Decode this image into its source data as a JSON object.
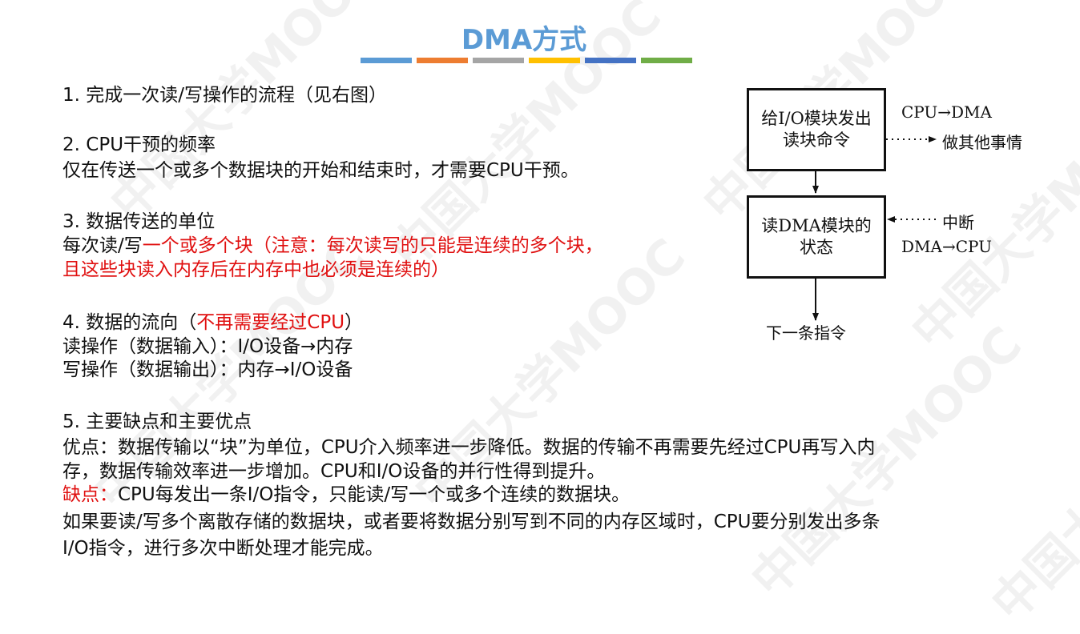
{
  "title": "DMA方式",
  "colors": {
    "title": "#5b9bd5",
    "accent_red": "#e01010",
    "bars": [
      "#5b9bd5",
      "#ed7d31",
      "#a5a5a5",
      "#ffc000",
      "#4472c4",
      "#70ad47"
    ]
  },
  "watermark": "中国大学MOOC",
  "sections": {
    "s1": {
      "heading_num": "1.",
      "heading": "完成一次读/写操作的流程（见右图）"
    },
    "s2": {
      "heading_num": "2.",
      "heading": "CPU干预的频率",
      "line1": "仅在传送一个或多个数据块的开始和结束时，才需要CPU干预。"
    },
    "s3": {
      "heading_num": "3.",
      "heading": "数据传送的单位",
      "line1_black": "每次读/写",
      "line1_red": "一个或多个块（注意：每次读写的只能是连续的多个块，",
      "line2_red": "且这些块读入内存后在内存中也必须是连续的）"
    },
    "s4": {
      "heading_num": "4.",
      "heading_black": "数据的流向（",
      "heading_red": "不再需要经过CPU",
      "heading_end": "）",
      "read": "读操作（数据输入）：I/O设备→内存",
      "write": "写操作（数据输出）：内存→I/O设备"
    },
    "s5": {
      "heading_num": "5.",
      "heading": "主要缺点和主要优点",
      "pro1": "优点：数据传输以“块”为单位，CPU介入频率进一步降低。数据的传输不再需要先经过CPU再写入内",
      "pro2": "存，数据传输效率进一步增加。CPU和I/O设备的并行性得到提升。",
      "con_label": "缺点：",
      "con1": "CPU每发出一条I/O指令，只能读/写一个或多个连续的数据块。",
      "con2": "如果要读/写多个离散存储的数据块，或者要将数据分别写到不同的内存区域时，CPU要分别发出多条",
      "con3": "I/O指令，进行多次中断处理才能完成。"
    }
  },
  "diagram": {
    "box1_line1": "给I/O模块发出",
    "box1_line2": "读块命令",
    "side1_line1": "CPU→DMA",
    "side1_line2": "做其他事情",
    "box2_line1": "读DMA模块的",
    "box2_line2": "状态",
    "side2_line1": "中断",
    "side2_line2": "DMA→CPU",
    "bottom": "下一条指令"
  }
}
